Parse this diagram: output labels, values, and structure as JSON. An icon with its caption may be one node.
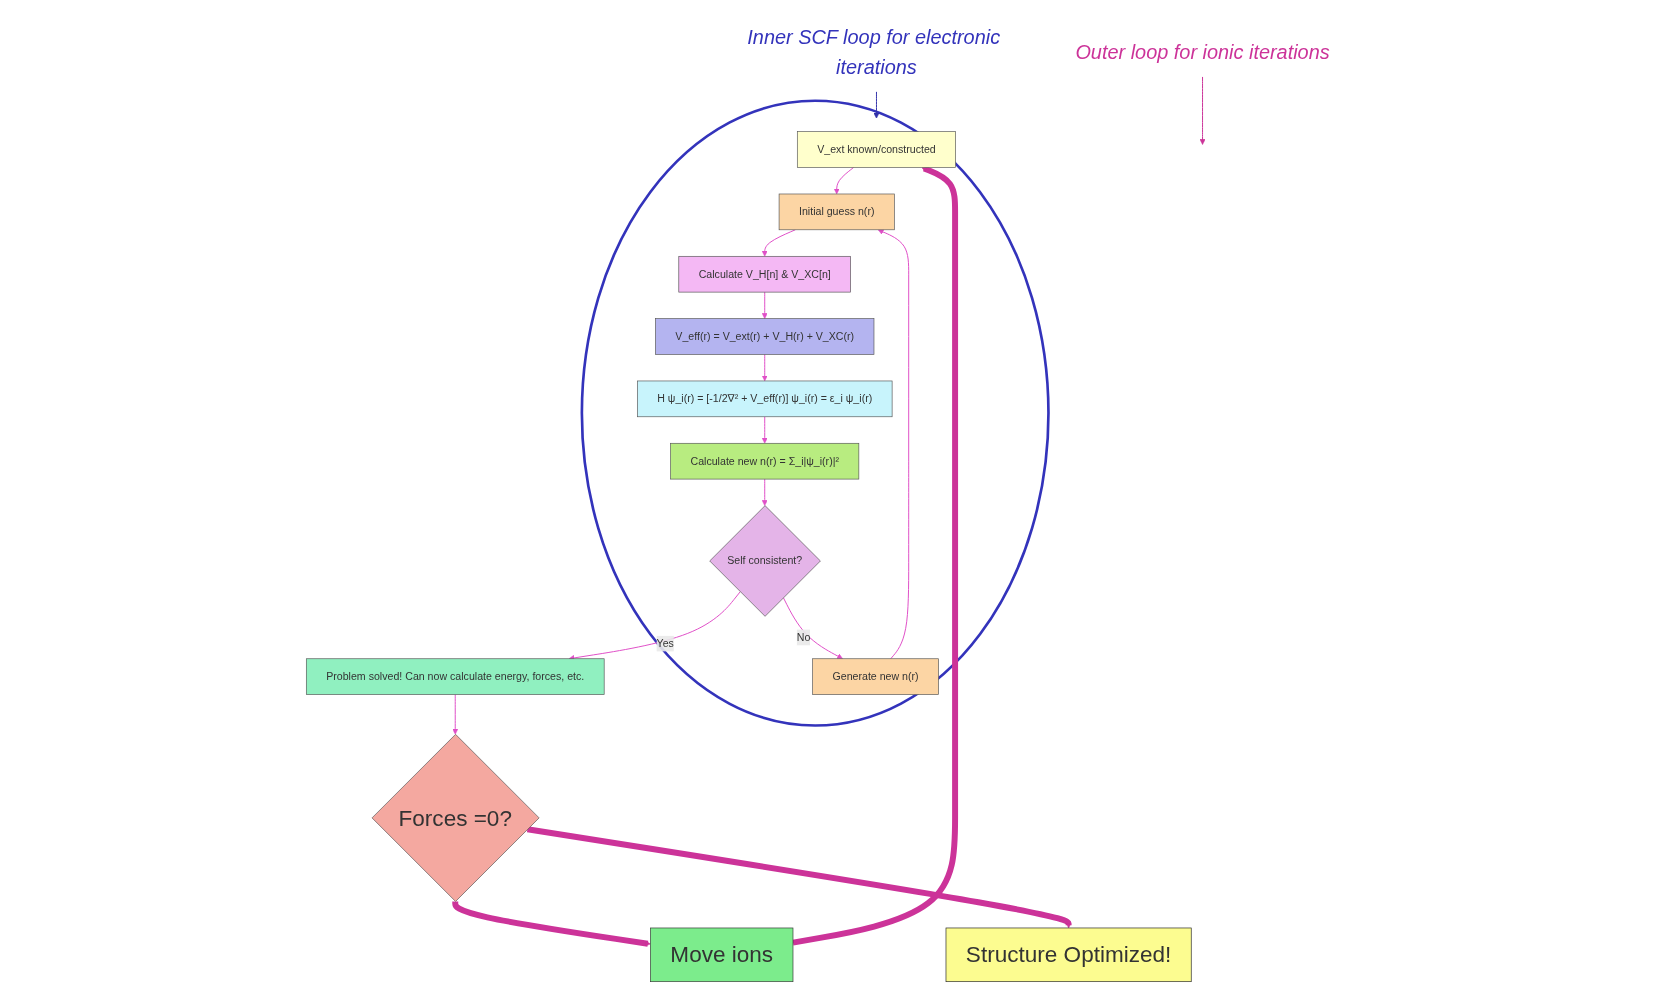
{
  "diagram": {
    "nodes": [
      {
        "text": [],
        "shape": "circle"
      },
      {
        "text": [
          "V_ext known/constructed"
        ],
        "in": 0
      },
      {
        "text": [
          "Initial guess n(r)"
        ],
        "in": 0
      },
      {
        "text": [
          "Generate new n(r)"
        ],
        "in": 0
      },
      {
        "text": [
          "Calculate V_H[n] & V_XC[n]"
        ],
        "in": 0
      },
      {
        "text": [
          "V_eff(r) = V_ext(r) + V_H(r) + V_XC(r)"
        ],
        "in": 0
      },
      {
        "text": [
          "H ψ_i(r) = [-1/2∇² + V_eff(r)] ψ_i(r) = ε_i ψ_i(r)"
        ],
        "in": 0
      },
      {
        "text": [
          "Calculate new n(r) = Σ_i|ψ_i(r)|²"
        ],
        "in": 0
      },
      {
        "text": [
          "Self consistent?"
        ],
        "in": 0
      },
      {
        "text": [
          "Problem solved! Can now calculate energy, forces, etc."
        ]
      },
      {
        "text": [
          "Move ions"
        ]
      },
      {
        "text": [
          "Forces =0?"
        ]
      },
      {
        "text": [
          "Structure Optimized!"
        ]
      },
      {
        "text": [
          "Inner SCF loop for electronic iterations"
        ]
      },
      {
        "text": [
          "Outer loop for ionic iterations"
        ]
      }
    ],
    "edges": [
      {
        "from": 10,
        "to": 1,
        "arrow": "to",
        "style": "thick",
        "color": "#cc3399"
      },
      {
        "from": 1,
        "to": 2,
        "arrow": "to"
      },
      {
        "from": 2,
        "to": 4,
        "arrow": "to"
      },
      {
        "from": 4,
        "to": 5,
        "arrow": "to"
      },
      {
        "from": 5,
        "to": 6,
        "arrow": "to"
      },
      {
        "from": 6,
        "to": 7,
        "arrow": "to"
      },
      {
        "from": 7,
        "to": 8,
        "arrow": "to"
      },
      {
        "from": 8,
        "to": 3,
        "label": "No",
        "arrow": "to"
      },
      {
        "from": 3,
        "to": 2,
        "arrow": "to"
      },
      {
        "from": 8,
        "to": 9,
        "label": "Yes",
        "arrow": "to"
      },
      {
        "from": 9,
        "to": 11,
        "arrow": "to"
      },
      {
        "from": 11,
        "to": 10,
        "arrow": "to",
        "style": "thick",
        "color": "#cc3399"
      },
      {
        "from": 11,
        "to": 12,
        "arrow": "to",
        "style": "thick",
        "color": "#cc3399"
      },
      {
        "from": 13,
        "to": 0,
        "arrow": "to",
        "color": "#3333aa"
      },
      {
        "from": 14,
        "to": null,
        "arrow": "to",
        "color": "#cc3399"
      }
    ]
  }
}
